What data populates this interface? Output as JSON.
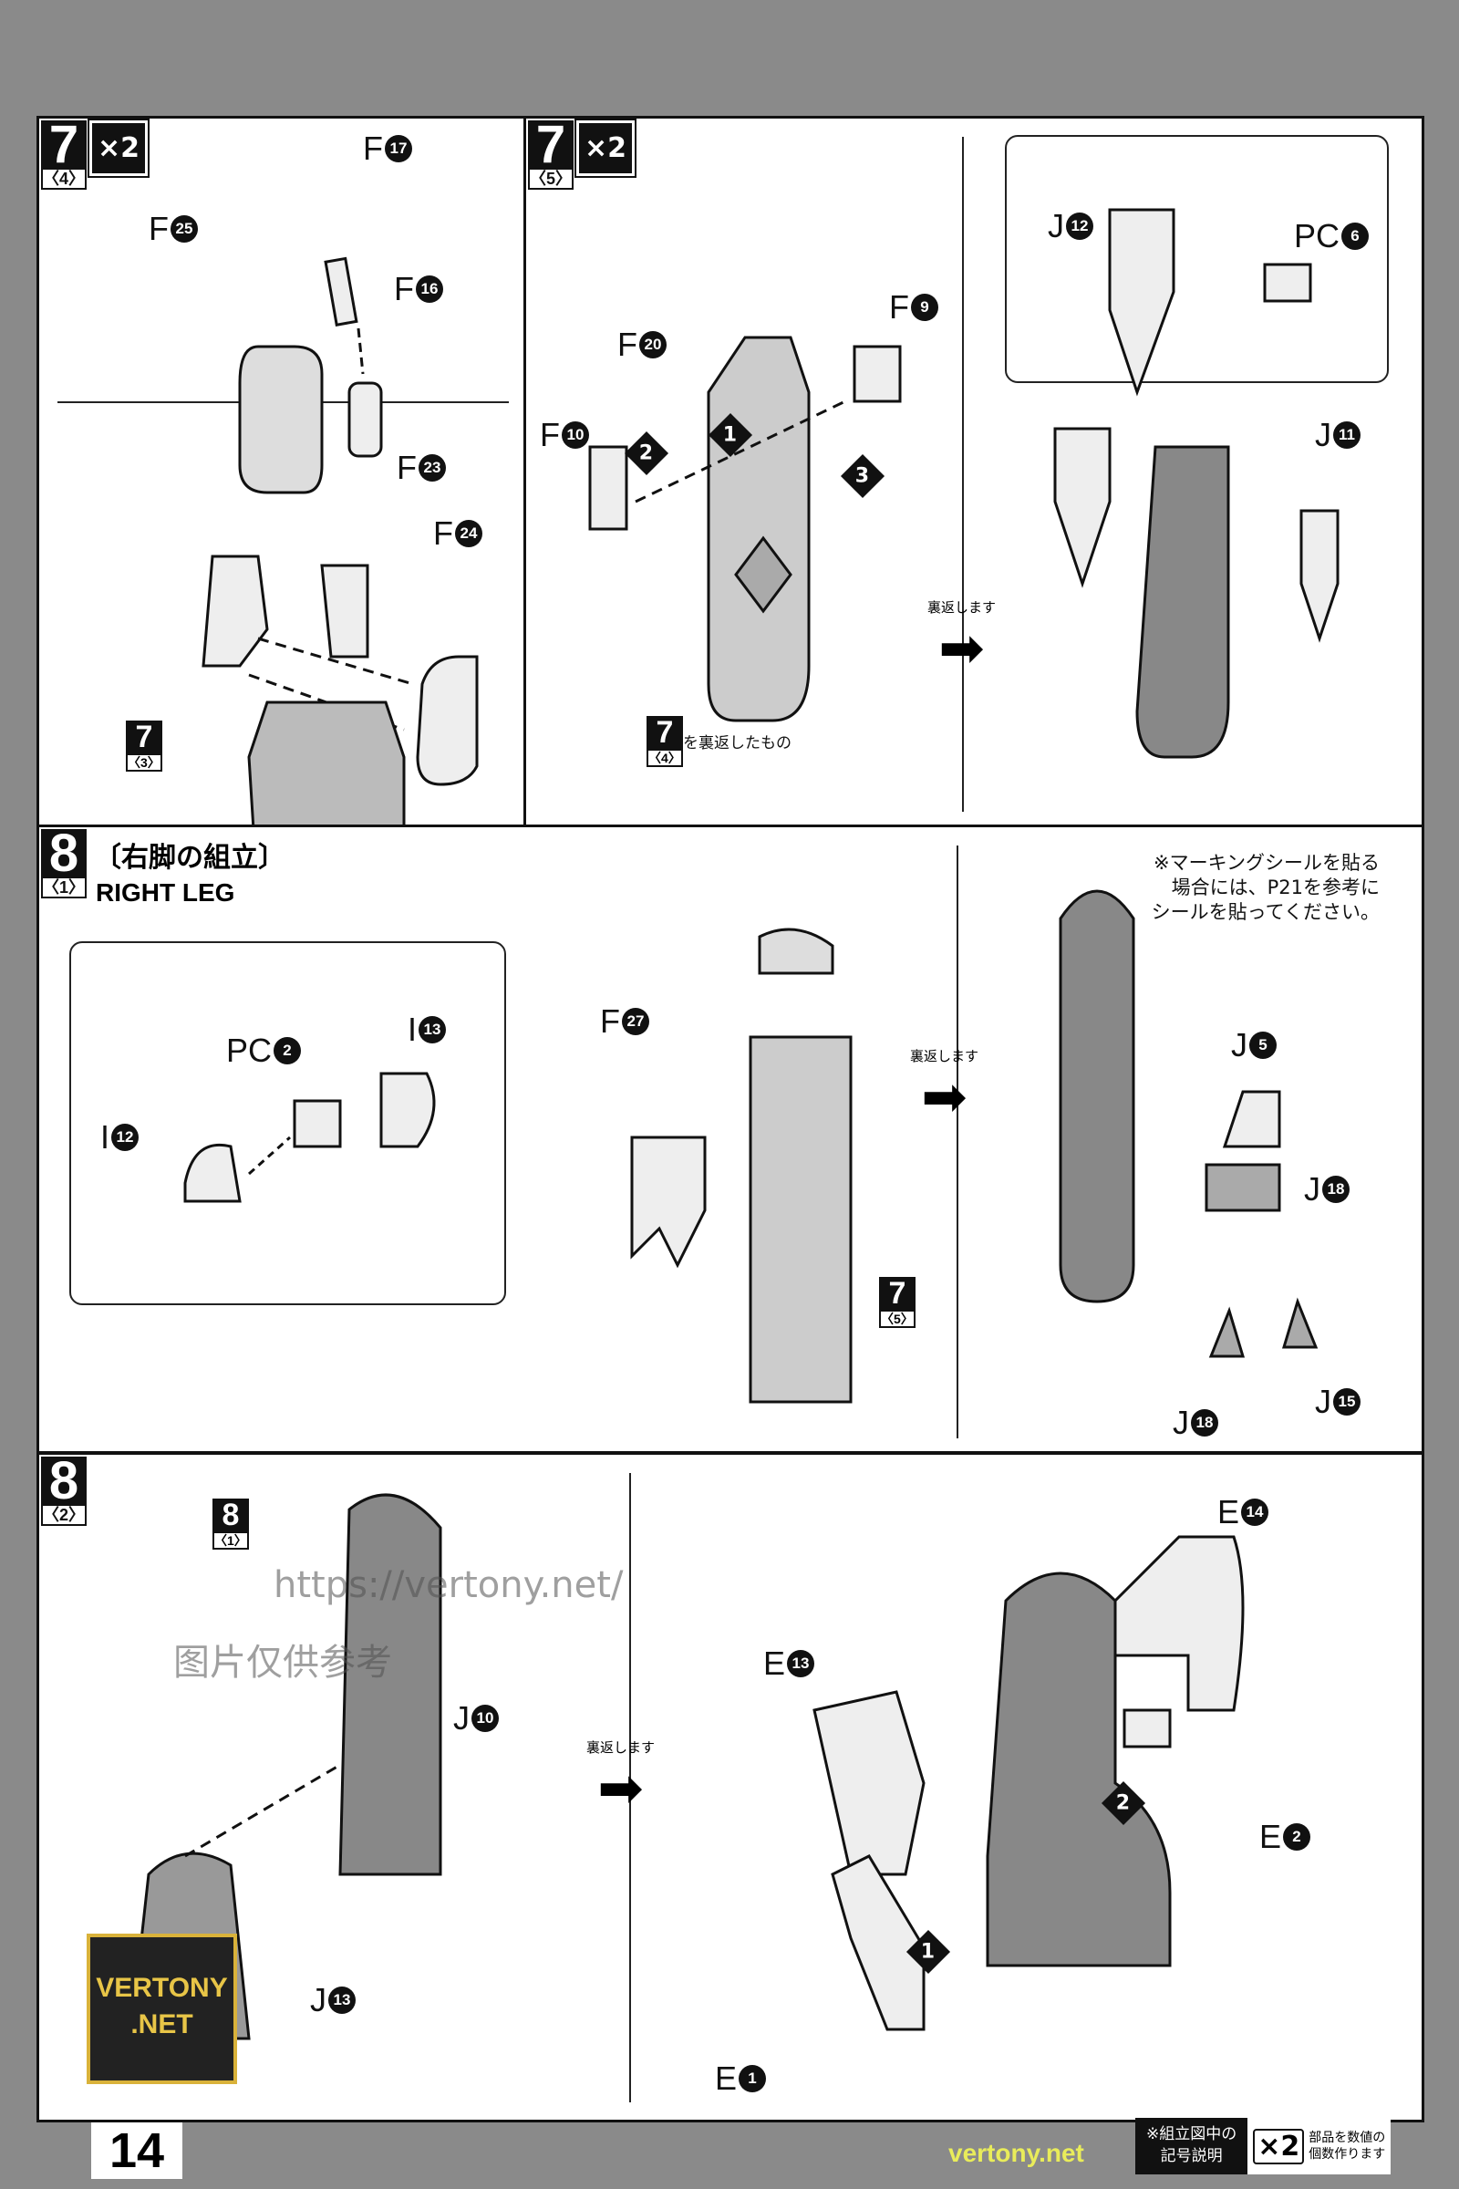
{
  "step7_4": {
    "num": "7",
    "sub": "〈4〉",
    "mult": "×2",
    "parts": [
      {
        "l": "F",
        "n": "17"
      },
      {
        "l": "F",
        "n": "25"
      },
      {
        "l": "F",
        "n": "16"
      },
      {
        "l": "F",
        "n": "23"
      },
      {
        "l": "F",
        "n": "24"
      }
    ],
    "ref": {
      "num": "7",
      "sub": "〈3〉"
    }
  },
  "step7_5": {
    "num": "7",
    "sub": "〈5〉",
    "mult": "×2",
    "parts": [
      {
        "l": "F",
        "n": "9"
      },
      {
        "l": "F",
        "n": "20"
      },
      {
        "l": "F",
        "n": "10"
      },
      {
        "l": "J",
        "n": "12"
      },
      {
        "l": "PC",
        "n": "6"
      },
      {
        "l": "J",
        "n": "11"
      }
    ],
    "markers": [
      "1",
      "2",
      "3"
    ],
    "ref": {
      "num": "7",
      "sub": "〈4〉",
      "text": "を裏返したもの"
    },
    "flip": "裏返します"
  },
  "step8_1": {
    "num": "8",
    "sub": "〈1〉",
    "title_jp": "〔右脚の組立〕",
    "title_en": "RIGHT LEG",
    "parts": [
      {
        "l": "PC",
        "n": "2"
      },
      {
        "l": "I",
        "n": "13"
      },
      {
        "l": "I",
        "n": "12"
      },
      {
        "l": "F",
        "n": "27"
      },
      {
        "l": "J",
        "n": "5"
      },
      {
        "l": "J",
        "n": "18"
      },
      {
        "l": "J",
        "n": "18"
      },
      {
        "l": "J",
        "n": "15"
      }
    ],
    "ref": {
      "num": "7",
      "sub": "〈5〉"
    },
    "flip": "裏返します",
    "note": [
      "※マーキングシールを貼る",
      "場合には、P21を参考に",
      "シールを貼ってください。"
    ]
  },
  "step8_2": {
    "num": "8",
    "sub": "〈2〉",
    "parts": [
      {
        "l": "J",
        "n": "10"
      },
      {
        "l": "J",
        "n": "13"
      },
      {
        "l": "E",
        "n": "14"
      },
      {
        "l": "E",
        "n": "13"
      },
      {
        "l": "E",
        "n": "2"
      },
      {
        "l": "E",
        "n": "1"
      }
    ],
    "markers": [
      "2",
      "1"
    ],
    "ref": {
      "num": "8",
      "sub": "〈1〉"
    },
    "flip": "裏返します"
  },
  "footer": {
    "page": "14",
    "legend_title": [
      "※組立図中の",
      "記号説明"
    ],
    "legend_symbol": "×2",
    "legend_text": [
      "部品を数値の",
      "個数作ります"
    ]
  },
  "watermarks": {
    "logo": [
      "VERTONY",
      ".NET"
    ],
    "url": "https://vertony.net/",
    "site": "vertony.net",
    "cn": "图片仅供参考"
  }
}
